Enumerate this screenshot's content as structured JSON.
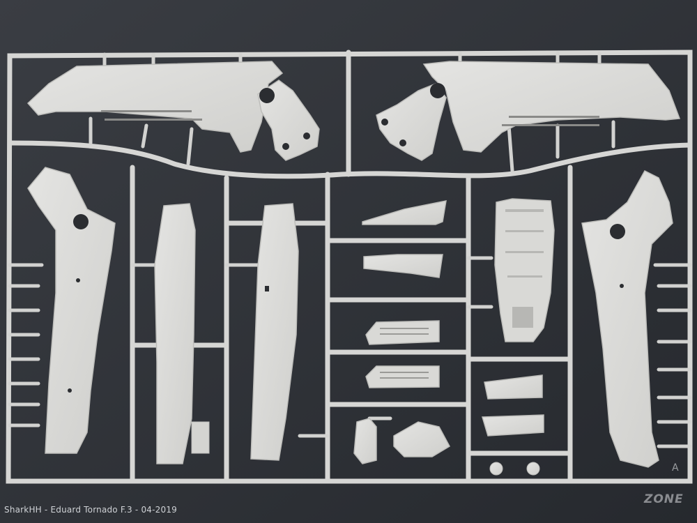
{
  "photo": {
    "subject": "plastic model kit sprue A",
    "background_color": "#2f3238",
    "plastic_color": "#dcdcda"
  },
  "sprue_letter": "A",
  "caption": "SharkHH - Eduard Tornado F.3 - 04-2019",
  "watermark": "ZONE"
}
